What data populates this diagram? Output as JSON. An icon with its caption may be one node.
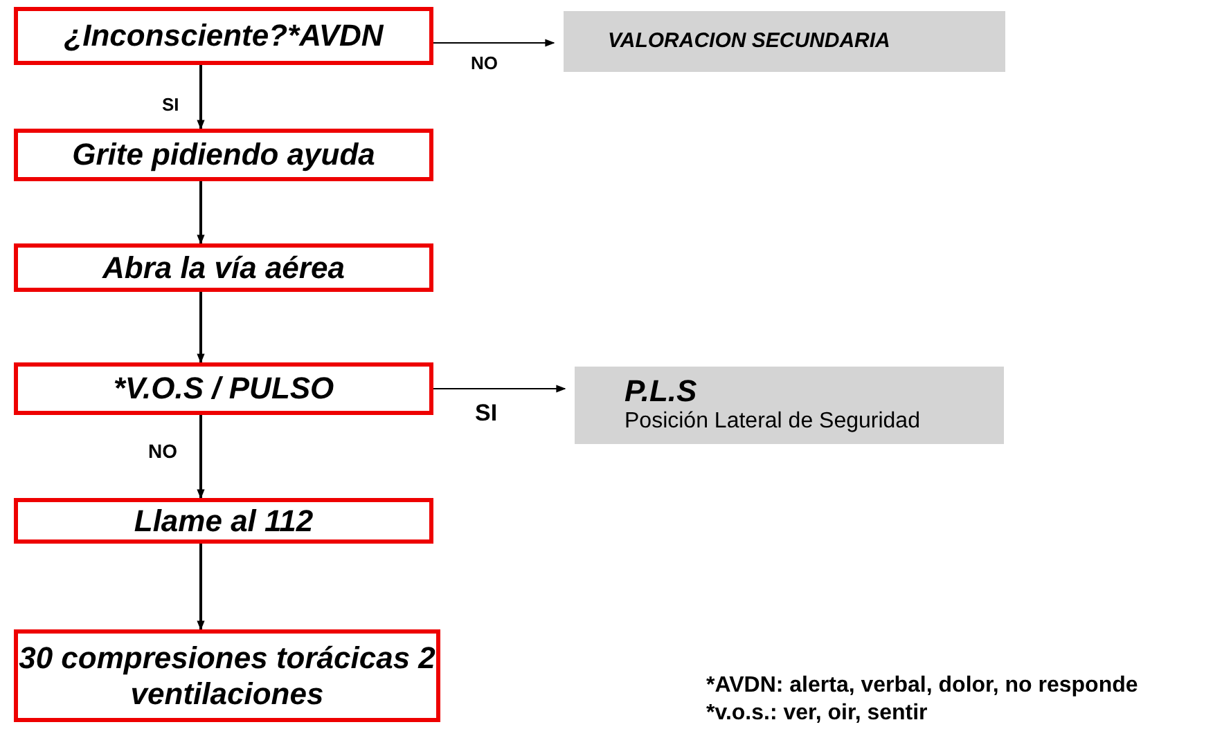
{
  "diagram": {
    "nodes": [
      {
        "text": [
          "¿Inconsciente?*AVDN"
        ]
      },
      {
        "text": [
          "VALORACION SECUNDARIA"
        ]
      },
      {
        "text": [
          "Grite pidiendo ayuda"
        ]
      },
      {
        "text": [
          "Abra la vía aérea"
        ]
      },
      {
        "text": [
          "*V.O.S / PULSO"
        ]
      },
      {
        "text": [
          "P.L.S",
          "Posición Lateral de Seguridad"
        ]
      },
      {
        "text": [
          "Llame al 112"
        ]
      },
      {
        "text": [
          "30 compresiones torácicas 2 ventilaciones"
        ]
      }
    ],
    "edges": [
      {
        "from": 0,
        "to": 1,
        "arrow": "to",
        "label": "NO"
      },
      {
        "from": 0,
        "to": 2,
        "arrow": "to",
        "label": "SI"
      },
      {
        "from": 2,
        "to": 3,
        "arrow": "to"
      },
      {
        "from": 3,
        "to": 4,
        "arrow": "to"
      },
      {
        "from": 4,
        "to": 5,
        "arrow": "to",
        "label": "SI"
      },
      {
        "from": 4,
        "to": 6,
        "arrow": "to",
        "label": "NO"
      },
      {
        "from": 6,
        "to": 7,
        "arrow": "to"
      }
    ],
    "labels": [
      "*AVDN: alerta, verbal, dolor, no responde",
      "*v.o.s.: ver, oir, sentir"
    ]
  }
}
